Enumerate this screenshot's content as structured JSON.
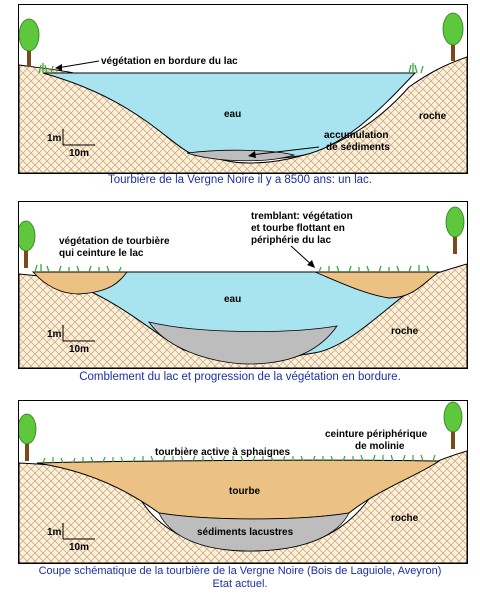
{
  "panels": [
    {
      "caption": "Tourbière de la Vergne Noire il y a 8500 ans: un lac.",
      "labels": {
        "veg_bordure": "végétation en bordure du lac",
        "eau": "eau",
        "roche": "roche",
        "accum_1": "accumulation",
        "accum_2": "de sédiments"
      },
      "scale": {
        "vertical": "1m",
        "horizontal": "10m"
      }
    },
    {
      "caption": "Comblement du lac et progression de la végétation en bordure.",
      "labels": {
        "veg_tourbiere_1": "végétation de tourbière",
        "veg_tourbiere_2": "qui ceinture le lac",
        "tremblant_1": "tremblant: végétation",
        "tremblant_2": "et tourbe flottant en",
        "tremblant_3": "périphérie du lac",
        "eau": "eau",
        "roche": "roche"
      },
      "scale": {
        "vertical": "1m",
        "horizontal": "10m"
      }
    },
    {
      "caption_line1": "Coupe schématique de la tourbière de la Vergne Noire (Bois de Laguiole, Aveyron)",
      "caption_line2": "Etat actuel.",
      "labels": {
        "tourbiere_active": "tourbière active à sphaignes",
        "ceinture_1": "ceinture périphérique",
        "ceinture_2": "de molinie",
        "tourbe": "tourbe",
        "sediments": "sédiments lacustres",
        "roche": "roche"
      },
      "scale": {
        "vertical": "1m",
        "horizontal": "10m"
      }
    }
  ],
  "colors": {
    "water": "#a8e3f0",
    "sediment": "#bdbdbd",
    "peat": "#ecc184",
    "rock_background": "#fbf0da",
    "rock_hatch": "#c9a27a",
    "grass": "#3aa83a",
    "tree_leaves": "#5ec83c",
    "tree_trunk": "#7a4a1e",
    "caption": "#1b2fa8"
  }
}
